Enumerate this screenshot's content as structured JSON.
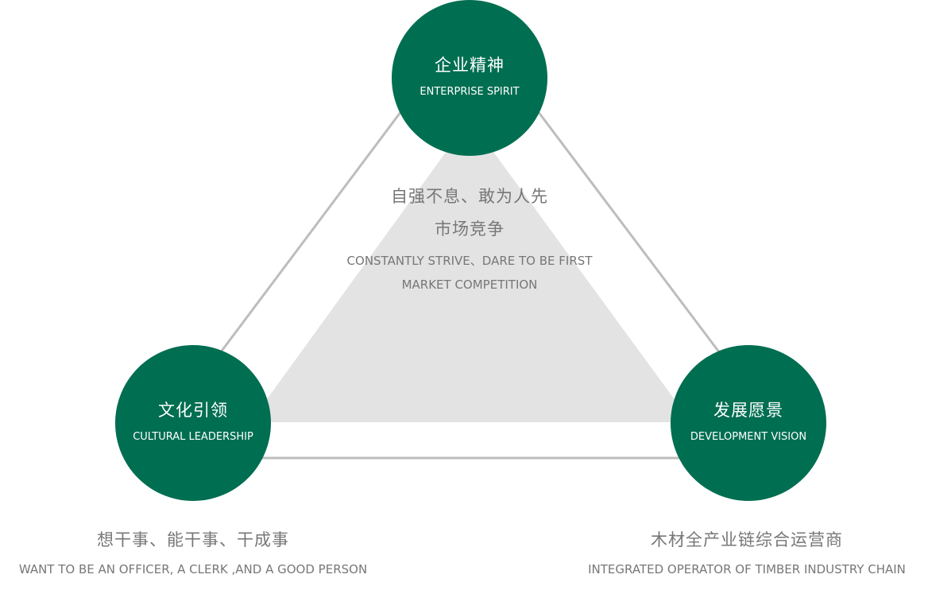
{
  "colors": {
    "accent": "#006e51",
    "fill": "#e3e3e3",
    "line": "#bdbdbd",
    "text": "#777777"
  },
  "top": {
    "cn": "企业精神",
    "en": "ENTERPRISE SPIRIT"
  },
  "left": {
    "cn": "文化引领",
    "en": "CULTURAL LEADERSHIP"
  },
  "right": {
    "cn": "发展愿景",
    "en": "DEVELOPMENT VISION"
  },
  "center": {
    "cn1": "自强不息、敢为人先",
    "cn2": "市场竞争",
    "en1": "CONSTANTLY STRIVE、DARE TO BE FIRST",
    "en2": "MARKET COMPETITION"
  },
  "left_caption": {
    "cn": "想干事、能干事、干成事",
    "en": "WANT TO BE AN OFFICER, A CLERK ,AND A GOOD PERSON"
  },
  "right_caption": {
    "cn": "木材全产业链综合运营商",
    "en": "INTEGRATED OPERATOR OF TIMBER INDUSTRY CHAIN"
  }
}
